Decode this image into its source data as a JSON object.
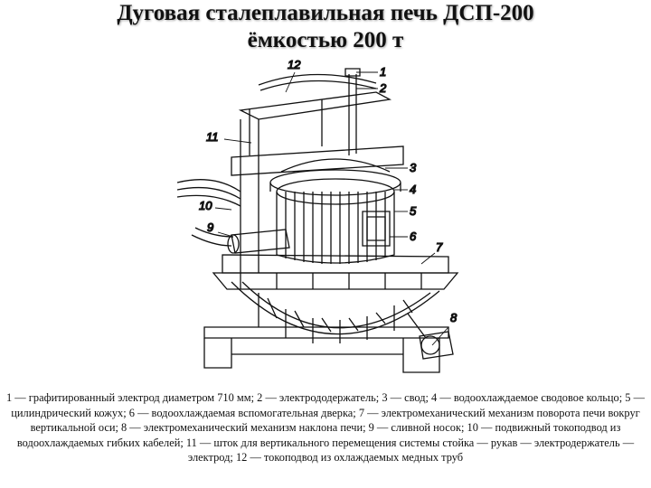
{
  "slide": {
    "title_line1": "Дуговая сталеплавильная печь ДСП-200",
    "title_line2": "ёмкостью 200 т",
    "caption": "1 — графитированный электрод диаметром 710 мм; 2 — электрододержатель; 3 — свод; 4 — водоохлаждаемое сводовое кольцо; 5 — цилиндрический кожух; 6 — водоохлаждаемая вспомогательная дверка; 7 — электромеханический механизм поворота печи вокруг вертикальной оси; 8 — электромеханический механизм наклона печи; 9 — сливной носок; 10 — подвижный токоподвод из водоохлаждаемых гибких кабелей; 11 — шток для вертикального перемещения системы стойка — рукав — электродержатель — электрод; 12 — токоподвод из охлаждаемых медных труб"
  },
  "figure": {
    "callouts": [
      "1",
      "2",
      "3",
      "4",
      "5",
      "6",
      "7",
      "8",
      "9",
      "10",
      "11",
      "12"
    ]
  }
}
